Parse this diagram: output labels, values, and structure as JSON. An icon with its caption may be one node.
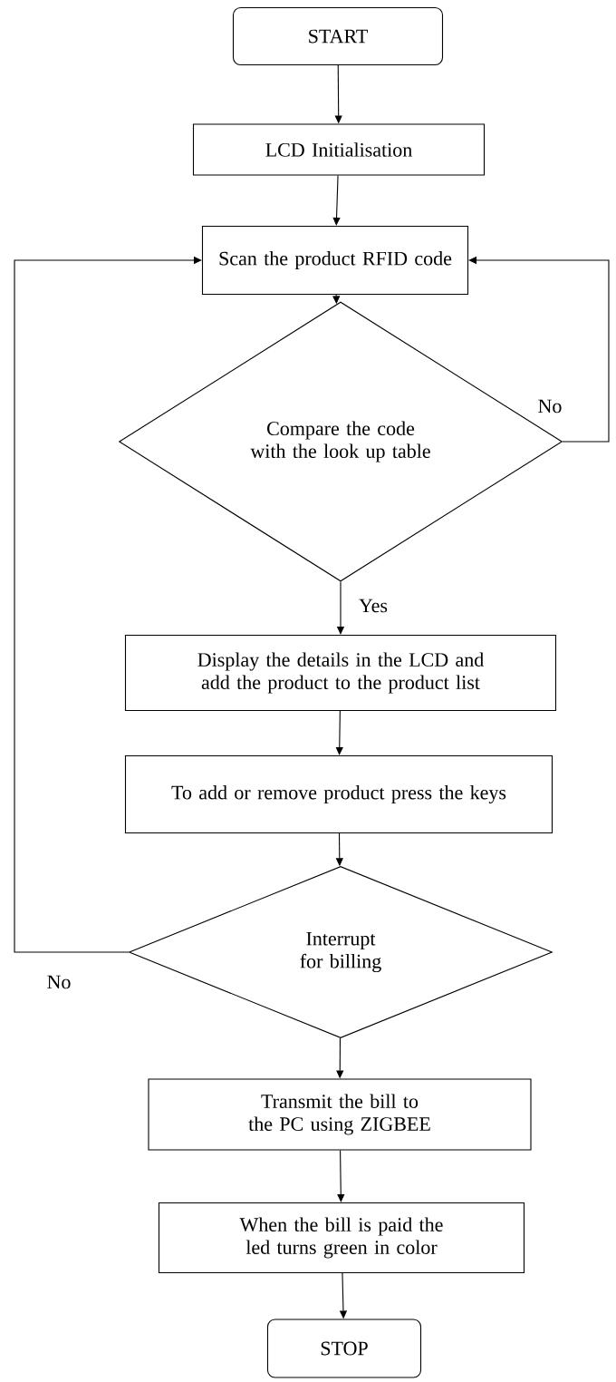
{
  "diagram": {
    "nodes": [
      {
        "text": [
          "START"
        ]
      },
      {
        "text": [
          "LCD Initialisation"
        ]
      },
      {
        "text": [
          "Scan the product RFID code"
        ]
      },
      {
        "text": [
          "Compare the code with the look up table"
        ]
      },
      {
        "text": [
          "Display the details in the LCD and add the product to the product list"
        ]
      },
      {
        "text": [
          "To add or remove product press the keys"
        ]
      },
      {
        "text": [
          "Interrupt for billing"
        ]
      },
      {
        "text": [
          "Transmit the bill to the PC using ZIGBEE"
        ]
      },
      {
        "text": [
          "When the bill is paid the led turns green in color"
        ]
      },
      {
        "text": [
          "STOP"
        ]
      }
    ],
    "edges": [
      {
        "from": 0,
        "to": 1,
        "arrow": "to"
      },
      {
        "from": 1,
        "to": 2,
        "arrow": "to"
      },
      {
        "from": 2,
        "to": 3,
        "arrow": "to"
      },
      {
        "from": 3,
        "to": 2,
        "arrow": "to",
        "label": "No"
      },
      {
        "from": 3,
        "to": 4,
        "arrow": "to",
        "label": "Yes"
      },
      {
        "from": 4,
        "to": 5,
        "arrow": "to"
      },
      {
        "from": 5,
        "to": 6,
        "arrow": "to"
      },
      {
        "from": 6,
        "to": 2,
        "arrow": "to",
        "label": "No"
      },
      {
        "from": 6,
        "to": 7,
        "arrow": "to"
      },
      {
        "from": 7,
        "to": 8,
        "arrow": "to"
      },
      {
        "from": 8,
        "to": 9,
        "arrow": "to"
      }
    ]
  }
}
